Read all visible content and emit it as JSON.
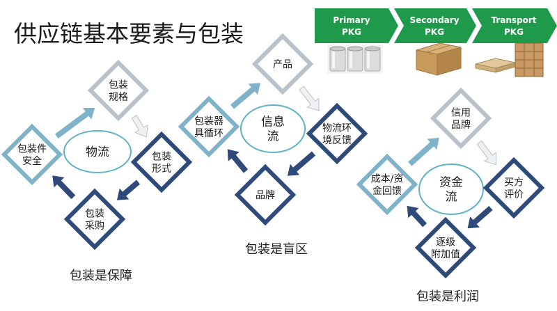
{
  "title": "供应链基本要素与包装",
  "pkg_bar": {
    "steps": [
      {
        "line1": "Primary",
        "line2": "PKG"
      },
      {
        "line1": "Secondary",
        "line2": "PKG"
      },
      {
        "line1": "Transport",
        "line2": "PKG"
      }
    ],
    "color": "#1f9a4a"
  },
  "cycles": [
    {
      "center": "物流",
      "nodes": [
        "包装\n规格",
        "包装\n形式",
        "包装\n采购",
        "包装件\n安全"
      ],
      "caption": "包装是保障"
    },
    {
      "center": "信息\n流",
      "nodes": [
        "产品",
        "物流环\n境反馈",
        "品牌",
        "包装器\n具循环"
      ],
      "caption": "包装是盲区"
    },
    {
      "center": "资金\n流",
      "nodes": [
        "信用\n品牌",
        "买方\n评价",
        "逐级\n附加值",
        "成本/资\n金回馈"
      ],
      "caption": "包装是利润"
    }
  ],
  "colors": {
    "light_arrow": "#eef0f2",
    "light_arrow_edge": "#b9c2cb",
    "teal_arrow": "#7fb3c9",
    "navy_arrow": "#2e4a7a",
    "ellipse_stroke": "#5fb3c7"
  }
}
